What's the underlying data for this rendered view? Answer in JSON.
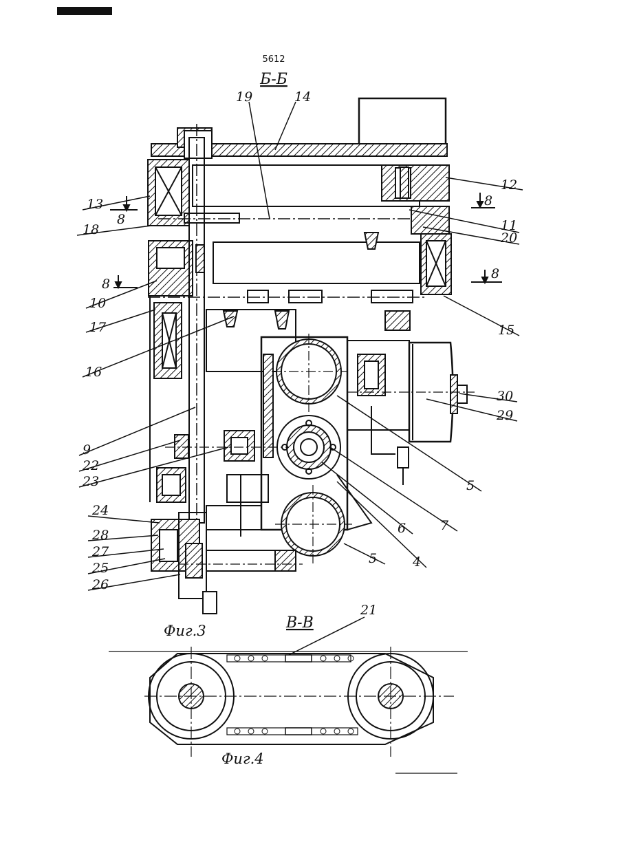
{
  "header": {
    "page_number": "5612",
    "section_title": "Б-Б"
  },
  "labels": [
    "19",
    "14",
    "12",
    "13",
    "8",
    "18",
    "8",
    "11",
    "20",
    "8",
    "8",
    "10",
    "17",
    "15",
    "16",
    "30",
    "29",
    "9",
    "22",
    "23",
    "5",
    "7",
    "6",
    "4",
    "24",
    "28",
    "27",
    "25",
    "5",
    "26",
    "21"
  ],
  "figures": {
    "fig3": "Фиг.3",
    "fig4": "Фиг.4",
    "section_bb": "В-В"
  },
  "colors": {
    "ink": "#111111",
    "paper": "#ffffff"
  }
}
